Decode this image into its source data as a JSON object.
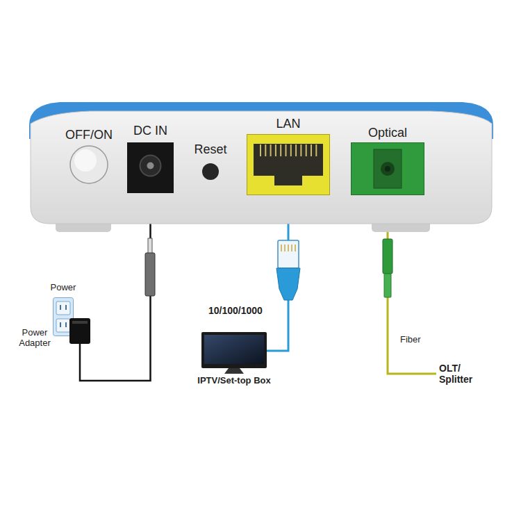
{
  "diagram": {
    "nodes": [
      {
        "text": [
          "OFF/ON"
        ]
      },
      {
        "text": [
          "DC IN"
        ]
      },
      {
        "text": [
          "Reset"
        ]
      },
      {
        "text": [
          "LAN"
        ]
      },
      {
        "text": [
          "Optical"
        ]
      },
      {
        "text": [
          "Power"
        ]
      },
      {
        "text": [
          "Power Adapter"
        ]
      },
      {
        "text": [
          "IPTV/Set-top Box"
        ]
      },
      {
        "text": [
          "OLT/ Splitter"
        ]
      }
    ],
    "edges": [
      {
        "from": 1,
        "to": 6,
        "arrow": "none"
      },
      {
        "from": 3,
        "to": 7,
        "label": "10/100/1000",
        "arrow": "none"
      },
      {
        "from": 4,
        "to": 8,
        "label": "Fiber",
        "arrow": "none"
      }
    ]
  }
}
